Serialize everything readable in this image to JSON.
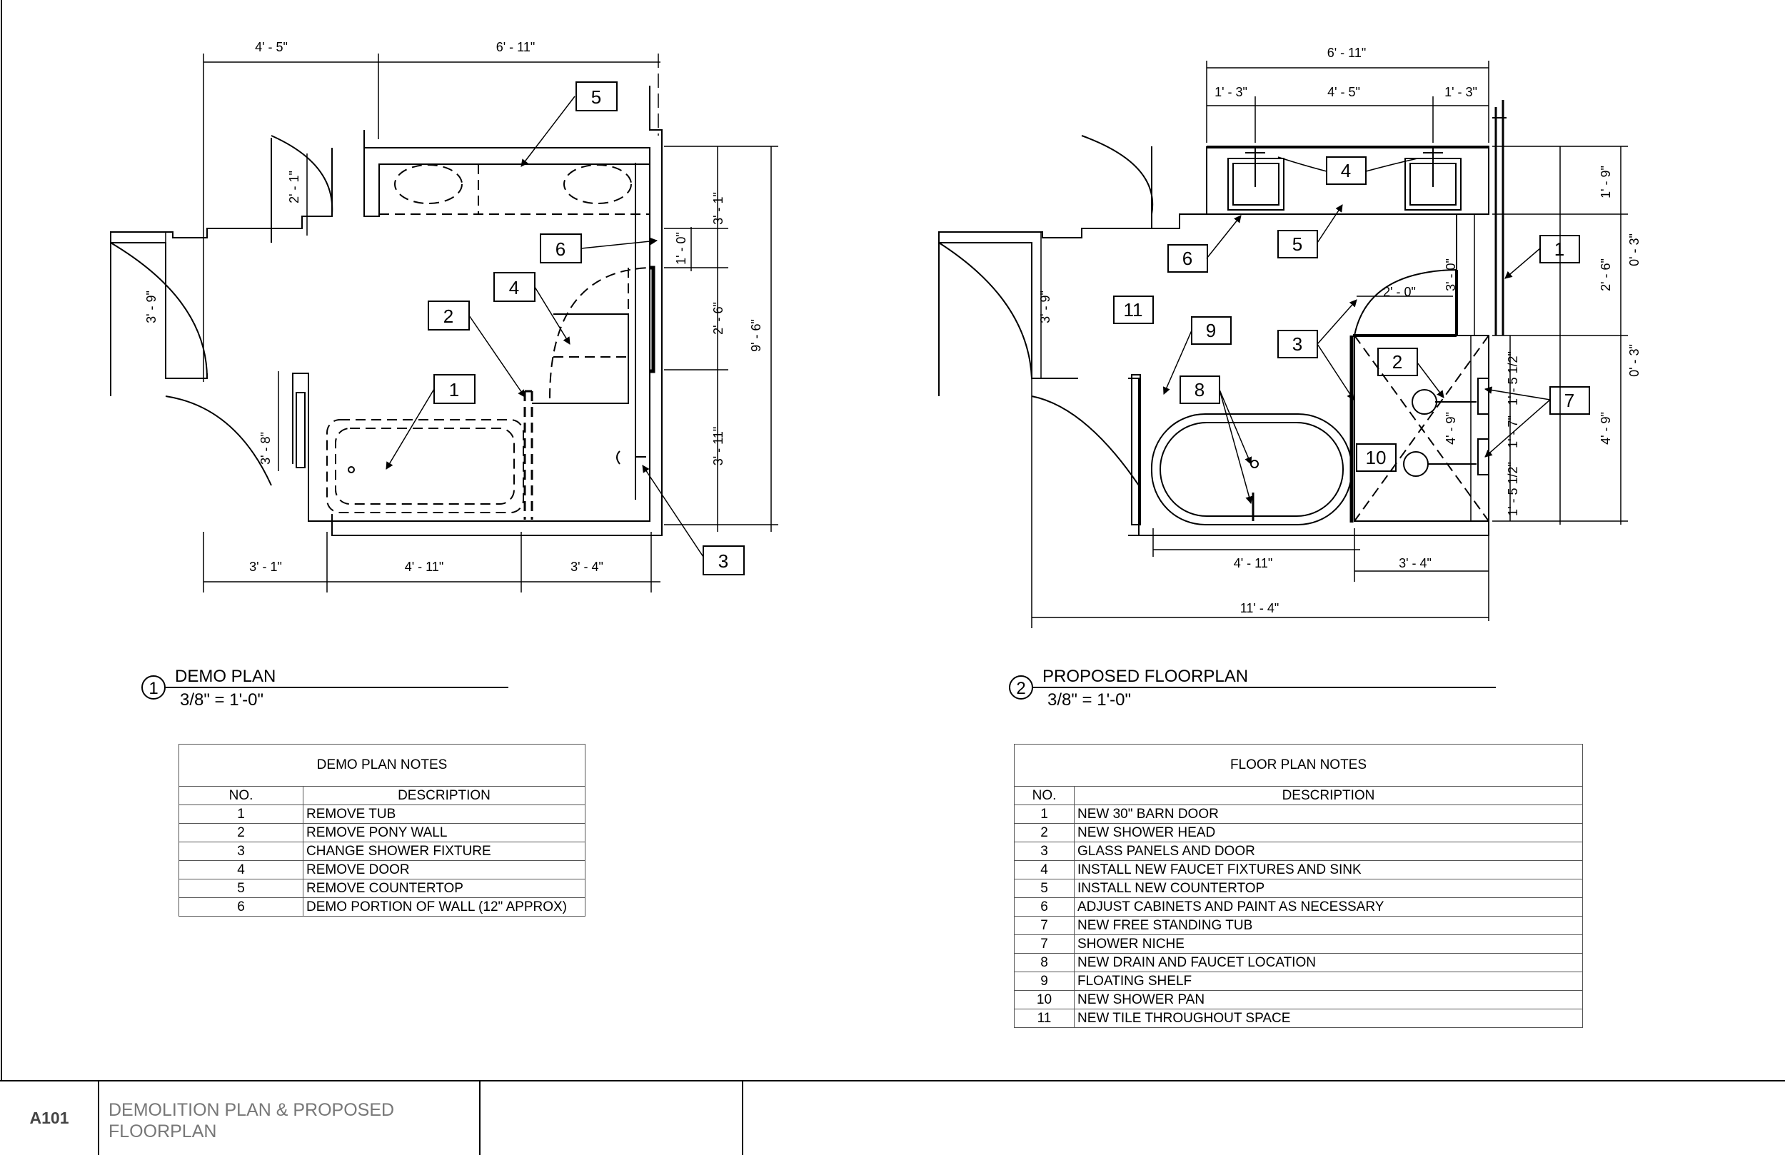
{
  "sheet": {
    "number": "A101",
    "name_line1": "DEMOLITION PLAN & PROPOSED",
    "name_line2": "FLOORPLAN"
  },
  "views": [
    {
      "number": "1",
      "title": "DEMO PLAN",
      "scale": "3/8\" = 1'-0\""
    },
    {
      "number": "2",
      "title": "PROPOSED FLOORPLAN",
      "scale": "3/8\" = 1'-0\""
    }
  ],
  "demo": {
    "dims": [
      "4' - 5\"",
      "6' - 11\"",
      "2' - 1\"",
      "3' - 9\"",
      "3' - 8\"",
      "1' - 0\"",
      "3' - 1\"",
      "2' - 6\"",
      "9' - 6\"",
      "3' - 11\"",
      "3' - 1\"",
      "4' - 11\"",
      "3' - 4\""
    ],
    "tags": [
      "1",
      "2",
      "3",
      "4",
      "5",
      "6"
    ]
  },
  "proposed": {
    "dims": [
      "6' - 11\"",
      "1' - 3\"",
      "4' - 5\"",
      "1' - 3\"",
      "3' - 9\"",
      "2' - 0\"",
      "3' - 0\"",
      "1' - 9\"",
      "0' - 3\"",
      "2' - 6\"",
      "0' - 3\"",
      "4' - 9\"",
      "4' - 9\"",
      "1' - 5 1/2\"",
      "1' - 7\"",
      "1' - 5 1/2\"",
      "4' - 11\"",
      "3' - 4\"",
      "11' - 4\""
    ],
    "tags": [
      "1",
      "2",
      "3",
      "4",
      "5",
      "6",
      "7",
      "8",
      "9",
      "10",
      "11"
    ]
  },
  "demo_notes": {
    "title": "DEMO PLAN NOTES",
    "col_no": "NO.",
    "col_desc": "DESCRIPTION",
    "rows": [
      {
        "no": "1",
        "desc": "REMOVE TUB"
      },
      {
        "no": "2",
        "desc": "REMOVE PONY WALL"
      },
      {
        "no": "3",
        "desc": "CHANGE SHOWER FIXTURE"
      },
      {
        "no": "4",
        "desc": "REMOVE DOOR"
      },
      {
        "no": "5",
        "desc": "REMOVE COUNTERTOP"
      },
      {
        "no": "6",
        "desc": "DEMO PORTION OF WALL (12\" APPROX)"
      }
    ]
  },
  "floor_notes": {
    "title": "FLOOR PLAN NOTES",
    "col_no": "NO.",
    "col_desc": "DESCRIPTION",
    "rows": [
      {
        "no": "1",
        "desc": "NEW 30\" BARN DOOR"
      },
      {
        "no": "2",
        "desc": "NEW SHOWER HEAD"
      },
      {
        "no": "3",
        "desc": "GLASS PANELS AND DOOR"
      },
      {
        "no": "4",
        "desc": "INSTALL NEW FAUCET FIXTURES AND SINK"
      },
      {
        "no": "5",
        "desc": "INSTALL NEW COUNTERTOP"
      },
      {
        "no": "6",
        "desc": "ADJUST CABINETS AND PAINT AS NECESSARY"
      },
      {
        "no": "7",
        "desc": "NEW FREE STANDING TUB"
      },
      {
        "no": "7",
        "desc": "SHOWER NICHE"
      },
      {
        "no": "8",
        "desc": "NEW DRAIN AND FAUCET LOCATION"
      },
      {
        "no": "9",
        "desc": "FLOATING SHELF"
      },
      {
        "no": "10",
        "desc": "NEW SHOWER PAN"
      },
      {
        "no": "11",
        "desc": "NEW TILE THROUGHOUT SPACE"
      }
    ]
  }
}
